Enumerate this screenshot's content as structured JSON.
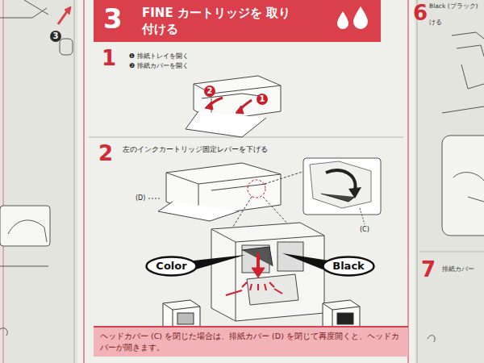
{
  "diagram": {
    "title": "FINE カートリッジを 取り付ける",
    "nodes": [
      {
        "text": [
          "Color"
        ]
      },
      {
        "text": [
          "Black"
        ]
      },
      {
        "text": [
          "ヘッドカバー (C) を閉じた場合は、排紙カバー (D) を閉じて再度開くと、ヘッドカバーが開きます。"
        ]
      }
    ],
    "edges": [],
    "labels": [
      "3",
      "3",
      "1",
      "❶ 排紙トレイを開く",
      "❷ 排紙カバーを開く",
      "2",
      "左のインクカートリッジ固定レバーを下げる",
      "(D)",
      "(C)",
      "2",
      "1",
      "6",
      "Black (ブラック)",
      "ける",
      "7",
      "排紙カバー"
    ]
  }
}
